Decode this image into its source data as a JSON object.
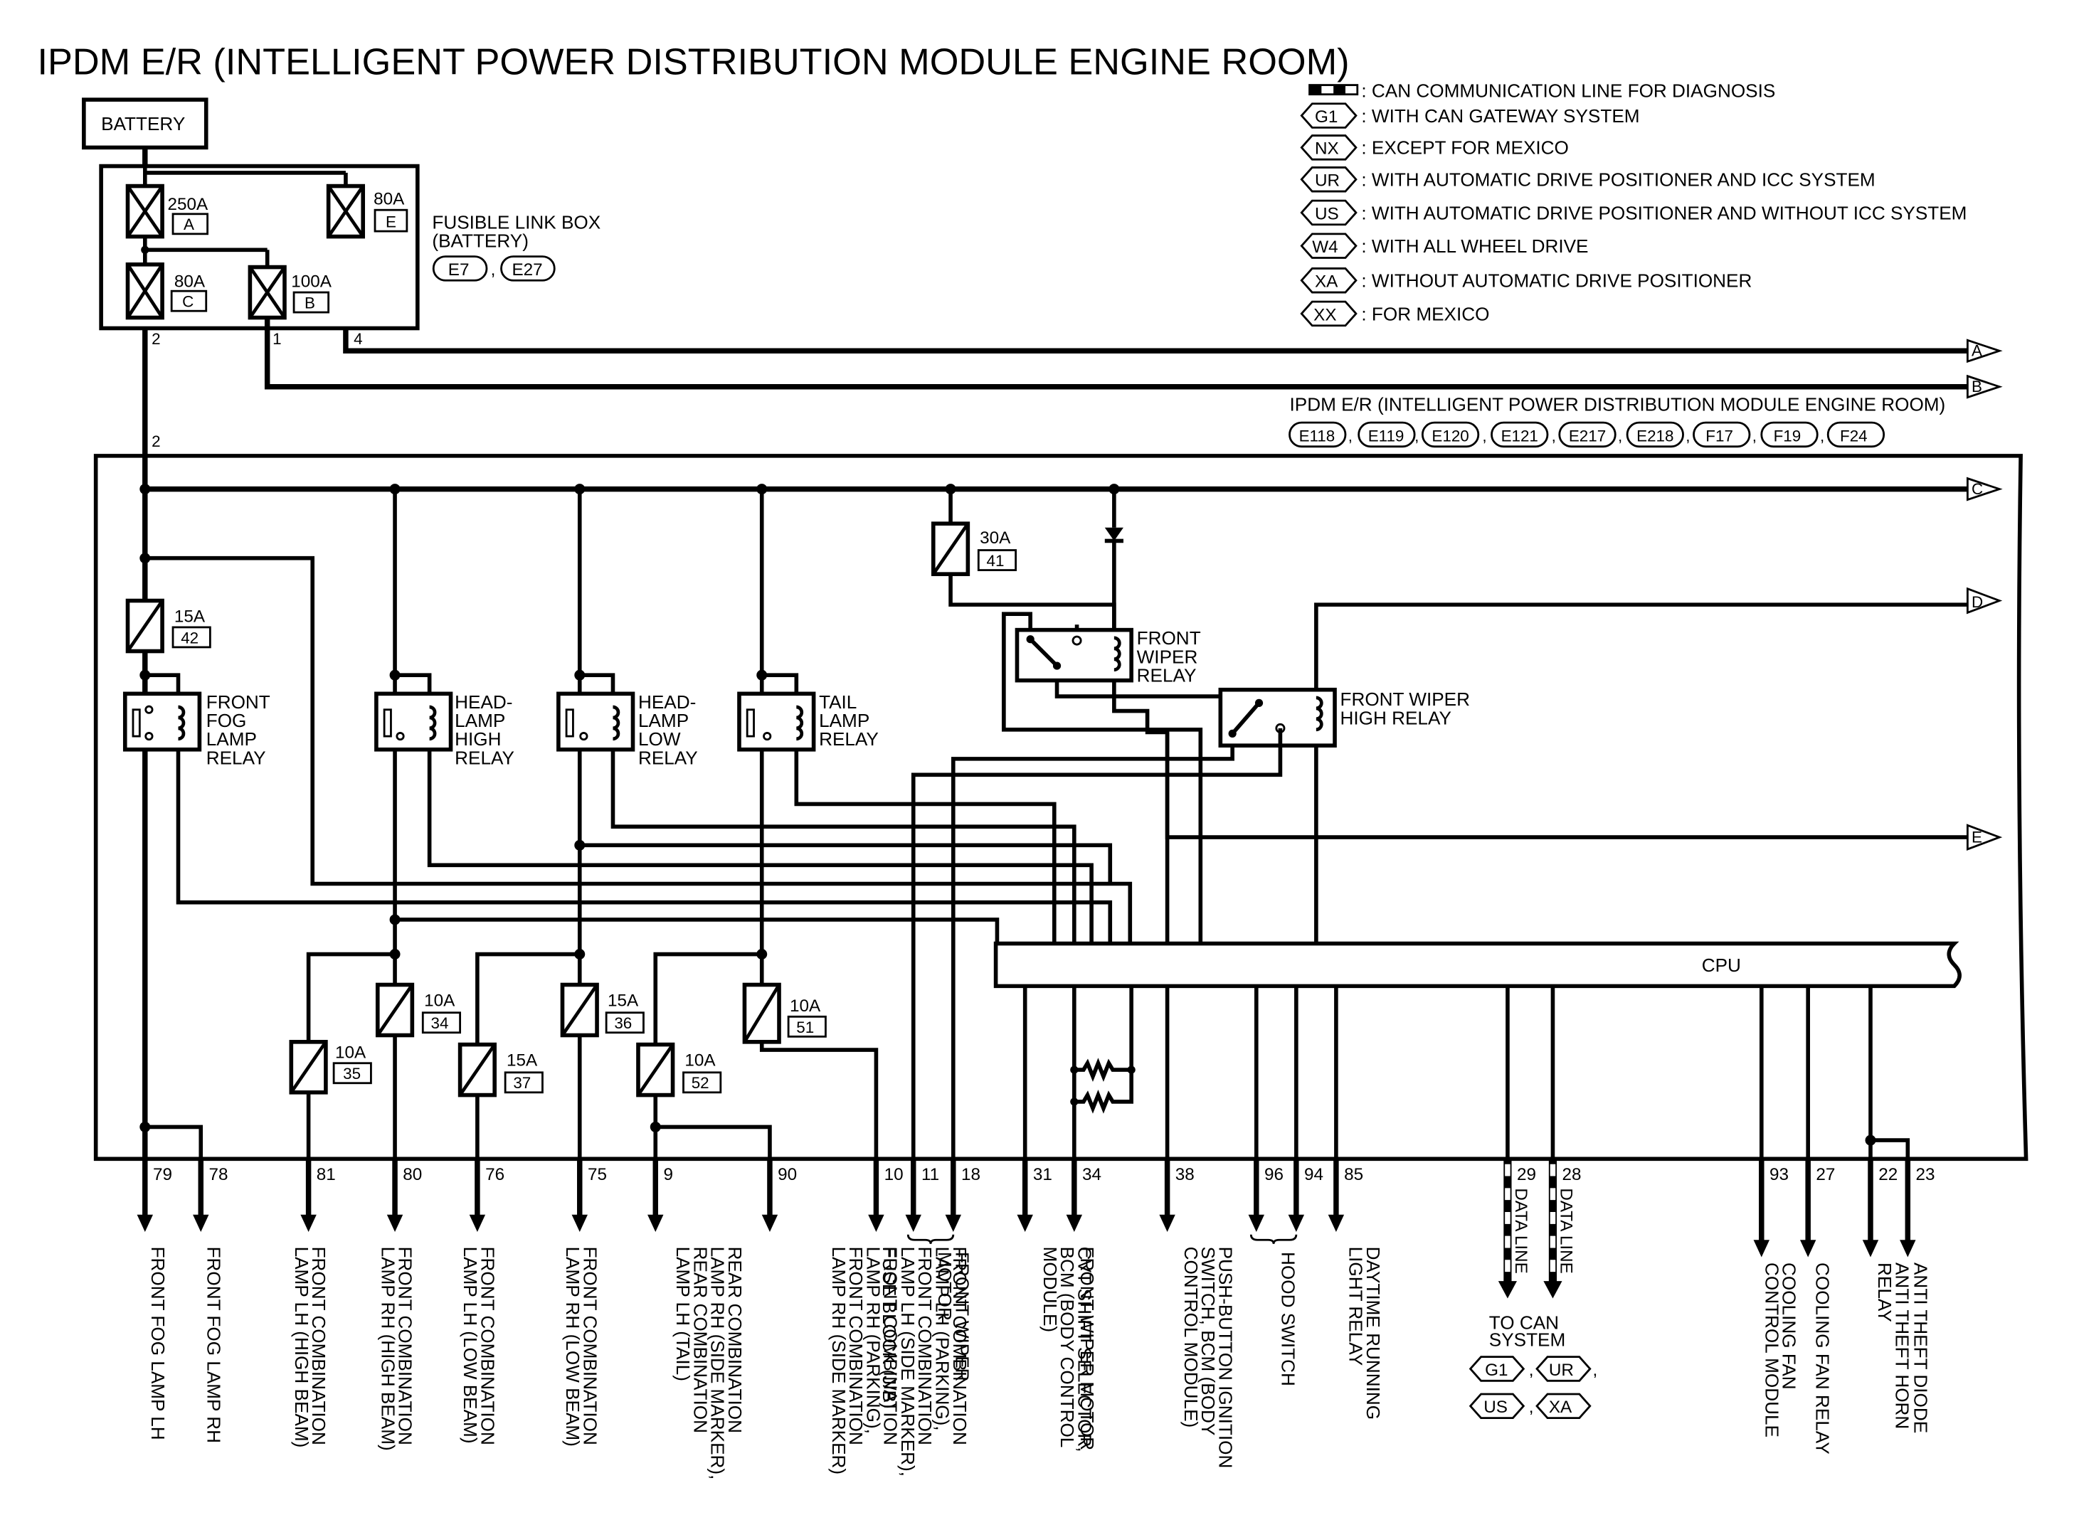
{
  "title": "IPDM E/R (INTELLIGENT POWER DISTRIBUTION MODULE ENGINE ROOM)",
  "battery": "BATTERY",
  "fusible_link_box": {
    "label_line1": "FUSIBLE LINK BOX",
    "label_line2": "(BATTERY)",
    "connectors": [
      "E7",
      "E27"
    ],
    "links": [
      {
        "rating": "250A",
        "id": "A"
      },
      {
        "rating": "80A",
        "id": "E"
      },
      {
        "rating": "80A",
        "id": "C"
      },
      {
        "rating": "100A",
        "id": "B"
      }
    ],
    "terminals": [
      "2",
      "1",
      "4",
      "2"
    ]
  },
  "legend": [
    {
      "symbol": "",
      "text": ": CAN COMMUNICATION LINE FOR DIAGNOSIS"
    },
    {
      "symbol": "G1",
      "text": ": WITH CAN GATEWAY SYSTEM"
    },
    {
      "symbol": "NX",
      "text": ": EXCEPT FOR MEXICO"
    },
    {
      "symbol": "UR",
      "text": ": WITH AUTOMATIC DRIVE POSITIONER AND ICC SYSTEM"
    },
    {
      "symbol": "US",
      "text": ": WITH AUTOMATIC DRIVE POSITIONER AND WITHOUT ICC SYSTEM"
    },
    {
      "symbol": "W4",
      "text": ": WITH ALL WHEEL DRIVE"
    },
    {
      "symbol": "XA",
      "text": ": WITHOUT AUTOMATIC DRIVE POSITIONER"
    },
    {
      "symbol": "XX",
      "text": ": FOR MEXICO"
    }
  ],
  "module": {
    "label": "IPDM E/R (INTELLIGENT POWER DISTRIBUTION MODULE ENGINE ROOM)",
    "connectors": [
      "E118",
      "E119",
      "E120",
      "E121",
      "E217",
      "E218",
      "F17",
      "F19",
      "F24"
    ],
    "cpu": "CPU"
  },
  "offpage": [
    "A",
    "B",
    "C",
    "D",
    "E"
  ],
  "fuses": [
    {
      "rating": "15A",
      "num": "42"
    },
    {
      "rating": "30A",
      "num": "41"
    },
    {
      "rating": "10A",
      "num": "35"
    },
    {
      "rating": "10A",
      "num": "34"
    },
    {
      "rating": "15A",
      "num": "37"
    },
    {
      "rating": "15A",
      "num": "36"
    },
    {
      "rating": "10A",
      "num": "52"
    },
    {
      "rating": "10A",
      "num": "51"
    }
  ],
  "relays": [
    {
      "lines": [
        "FRONT",
        "FOG",
        "LAMP",
        "RELAY"
      ]
    },
    {
      "lines": [
        "HEAD-",
        "LAMP",
        "HIGH",
        "RELAY"
      ]
    },
    {
      "lines": [
        "HEAD-",
        "LAMP",
        "LOW",
        "RELAY"
      ]
    },
    {
      "lines": [
        "TAIL",
        "LAMP",
        "RELAY"
      ]
    },
    {
      "lines": [
        "FRONT",
        "WIPER",
        "RELAY"
      ]
    },
    {
      "lines": [
        "FRONT WIPER",
        "HIGH RELAY"
      ]
    }
  ],
  "pins": [
    "79",
    "78",
    "81",
    "80",
    "76",
    "75",
    "9",
    "90",
    "10",
    "11",
    "18",
    "31",
    "34",
    "38",
    "96",
    "94",
    "85",
    "29",
    "28",
    "93",
    "27",
    "22",
    "23"
  ],
  "data_line": "DATA LINE",
  "to_can": {
    "line1": "TO CAN",
    "line2": "SYSTEM",
    "symbols": [
      "G1",
      "UR",
      "US",
      "XA"
    ]
  },
  "destinations": [
    {
      "lines": [
        "FRONT FOG LAMP LH"
      ]
    },
    {
      "lines": [
        "FRONT FOG LAMP RH"
      ]
    },
    {
      "lines": [
        "FRONT COMBINATION",
        "LAMP LH (HIGH BEAM)"
      ]
    },
    {
      "lines": [
        "FRONT COMBINATION",
        "LAMP RH (HIGH BEAM)"
      ]
    },
    {
      "lines": [
        "FRONT COMBINATION",
        "LAMP LH (LOW BEAM)"
      ]
    },
    {
      "lines": [
        "FRONT COMBINATION",
        "LAMP RH (LOW BEAM)"
      ]
    },
    {
      "lines": [
        "REAR COMBINATION",
        "LAMP RH (SIDE MARKER),",
        "REAR COMBINATION",
        "LAMP LH (TAIL)"
      ]
    },
    {
      "lines": [
        "FRONT COMBINATION",
        "LAMP LH (PARKING),",
        "FRONT COMBINATION",
        "LAMP LH (SIDE MARKER),",
        "FRONT COMBINATION",
        "LAMP RH (PARKING),",
        "FRONT COMBINATION",
        "LAMP RH (SIDE MARKER)"
      ]
    },
    {
      "lines": [
        "FUSE BLOCK (J/B)"
      ]
    },
    {
      "lines": [
        "FRONT WIPER",
        "MOTOR"
      ]
    },
    {
      "lines": [
        "CVT SHIFT SELECTOR,",
        "BCM (BODY CONTROL",
        "MODULE)"
      ]
    },
    {
      "lines": [
        "FRONT WIPER MOTOR"
      ]
    },
    {
      "lines": [
        "PUSH-BUTTON IGNITION",
        "SWITCH, BCM (BODY",
        "CONTROL MODULE)"
      ]
    },
    {
      "lines": [
        "HOOD SWITCH"
      ]
    },
    {
      "lines": [
        "DAYTIME RUNNING",
        "LIGHT RELAY"
      ]
    },
    {
      "lines": [
        "COOLING FAN",
        "CONTROL MODULE"
      ]
    },
    {
      "lines": [
        "COOLING FAN RELAY"
      ]
    },
    {
      "lines": [
        "ANTI THEFT HORN",
        "RELAY"
      ]
    },
    {
      "lines": [
        "ANTI THEFT DIODE"
      ]
    }
  ]
}
